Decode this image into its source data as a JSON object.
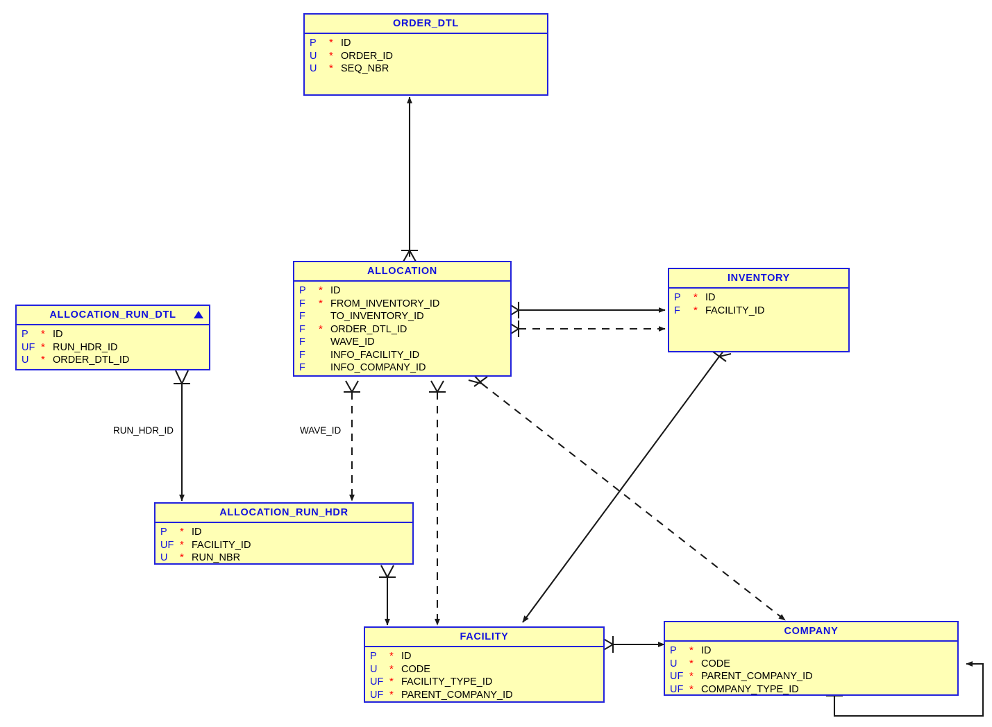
{
  "diagram": {
    "title": "ERD",
    "colors": {
      "entity_fill": "#ffffb5",
      "entity_border": "#2222dd",
      "title_text": "#1111dd",
      "key_text": "#1111dd",
      "required_marker": "#ff0000",
      "attribute_text": "#000000",
      "edge": "#1a1a1a"
    }
  },
  "entities": [
    {
      "name": "ORDER_DTL",
      "collapse_marker": false,
      "attributes": [
        {
          "key": "P",
          "required": "*",
          "name": "ID"
        },
        {
          "key": "U",
          "required": "*",
          "name": "ORDER_ID"
        },
        {
          "key": "U",
          "required": "*",
          "name": "SEQ_NBR"
        }
      ]
    },
    {
      "name": "ALLOCATION_RUN_DTL",
      "collapse_marker": true,
      "attributes": [
        {
          "key": "P",
          "required": "*",
          "name": "ID"
        },
        {
          "key": "UF",
          "required": "*",
          "name": "RUN_HDR_ID"
        },
        {
          "key": "U",
          "required": "*",
          "name": "ORDER_DTL_ID"
        }
      ]
    },
    {
      "name": "ALLOCATION",
      "collapse_marker": false,
      "attributes": [
        {
          "key": "P",
          "required": "*",
          "name": "ID"
        },
        {
          "key": "F",
          "required": "*",
          "name": "FROM_INVENTORY_ID"
        },
        {
          "key": "F",
          "required": " ",
          "name": "TO_INVENTORY_ID"
        },
        {
          "key": "F",
          "required": "*",
          "name": "ORDER_DTL_ID"
        },
        {
          "key": "F",
          "required": " ",
          "name": "WAVE_ID"
        },
        {
          "key": "F",
          "required": " ",
          "name": "INFO_FACILITY_ID"
        },
        {
          "key": "F",
          "required": " ",
          "name": "INFO_COMPANY_ID"
        }
      ]
    },
    {
      "name": "INVENTORY",
      "collapse_marker": false,
      "attributes": [
        {
          "key": "P",
          "required": "*",
          "name": "ID"
        },
        {
          "key": "F",
          "required": "*",
          "name": "FACILITY_ID"
        }
      ]
    },
    {
      "name": "ALLOCATION_RUN_HDR",
      "collapse_marker": false,
      "attributes": [
        {
          "key": "P",
          "required": "*",
          "name": "ID"
        },
        {
          "key": "UF",
          "required": "*",
          "name": "FACILITY_ID"
        },
        {
          "key": "U",
          "required": "*",
          "name": "RUN_NBR"
        }
      ]
    },
    {
      "name": "FACILITY",
      "collapse_marker": false,
      "attributes": [
        {
          "key": "P",
          "required": "*",
          "name": "ID"
        },
        {
          "key": "U",
          "required": "*",
          "name": "CODE"
        },
        {
          "key": "UF",
          "required": "*",
          "name": "FACILITY_TYPE_ID"
        },
        {
          "key": "UF",
          "required": "*",
          "name": "PARENT_COMPANY_ID"
        }
      ]
    },
    {
      "name": "COMPANY",
      "collapse_marker": false,
      "attributes": [
        {
          "key": "P",
          "required": "*",
          "name": "ID"
        },
        {
          "key": "U",
          "required": "*",
          "name": "CODE"
        },
        {
          "key": "UF",
          "required": "*",
          "name": "PARENT_COMPANY_ID"
        },
        {
          "key": "UF",
          "required": "*",
          "name": "COMPANY_TYPE_ID"
        }
      ]
    }
  ],
  "edge_labels": [
    {
      "text": "RUN_HDR_ID"
    },
    {
      "text": "WAVE_ID"
    }
  ],
  "relationships": [
    {
      "from": "ALLOCATION",
      "to": "ORDER_DTL",
      "style": "solid"
    },
    {
      "from": "ALLOCATION",
      "to": "INVENTORY",
      "style": "solid"
    },
    {
      "from": "ALLOCATION",
      "to": "INVENTORY",
      "style": "dashed"
    },
    {
      "from": "ALLOCATION",
      "to": "ALLOCATION_RUN_HDR",
      "style": "dashed"
    },
    {
      "from": "ALLOCATION",
      "to": "FACILITY",
      "style": "dashed"
    },
    {
      "from": "ALLOCATION",
      "to": "COMPANY",
      "style": "dashed"
    },
    {
      "from": "ALLOCATION_RUN_DTL",
      "to": "ALLOCATION_RUN_HDR",
      "style": "solid"
    },
    {
      "from": "ALLOCATION_RUN_HDR",
      "to": "FACILITY",
      "style": "solid"
    },
    {
      "from": "INVENTORY",
      "to": "FACILITY",
      "style": "solid"
    },
    {
      "from": "FACILITY",
      "to": "COMPANY",
      "style": "solid"
    },
    {
      "from": "COMPANY",
      "to": "COMPANY",
      "style": "solid"
    }
  ]
}
